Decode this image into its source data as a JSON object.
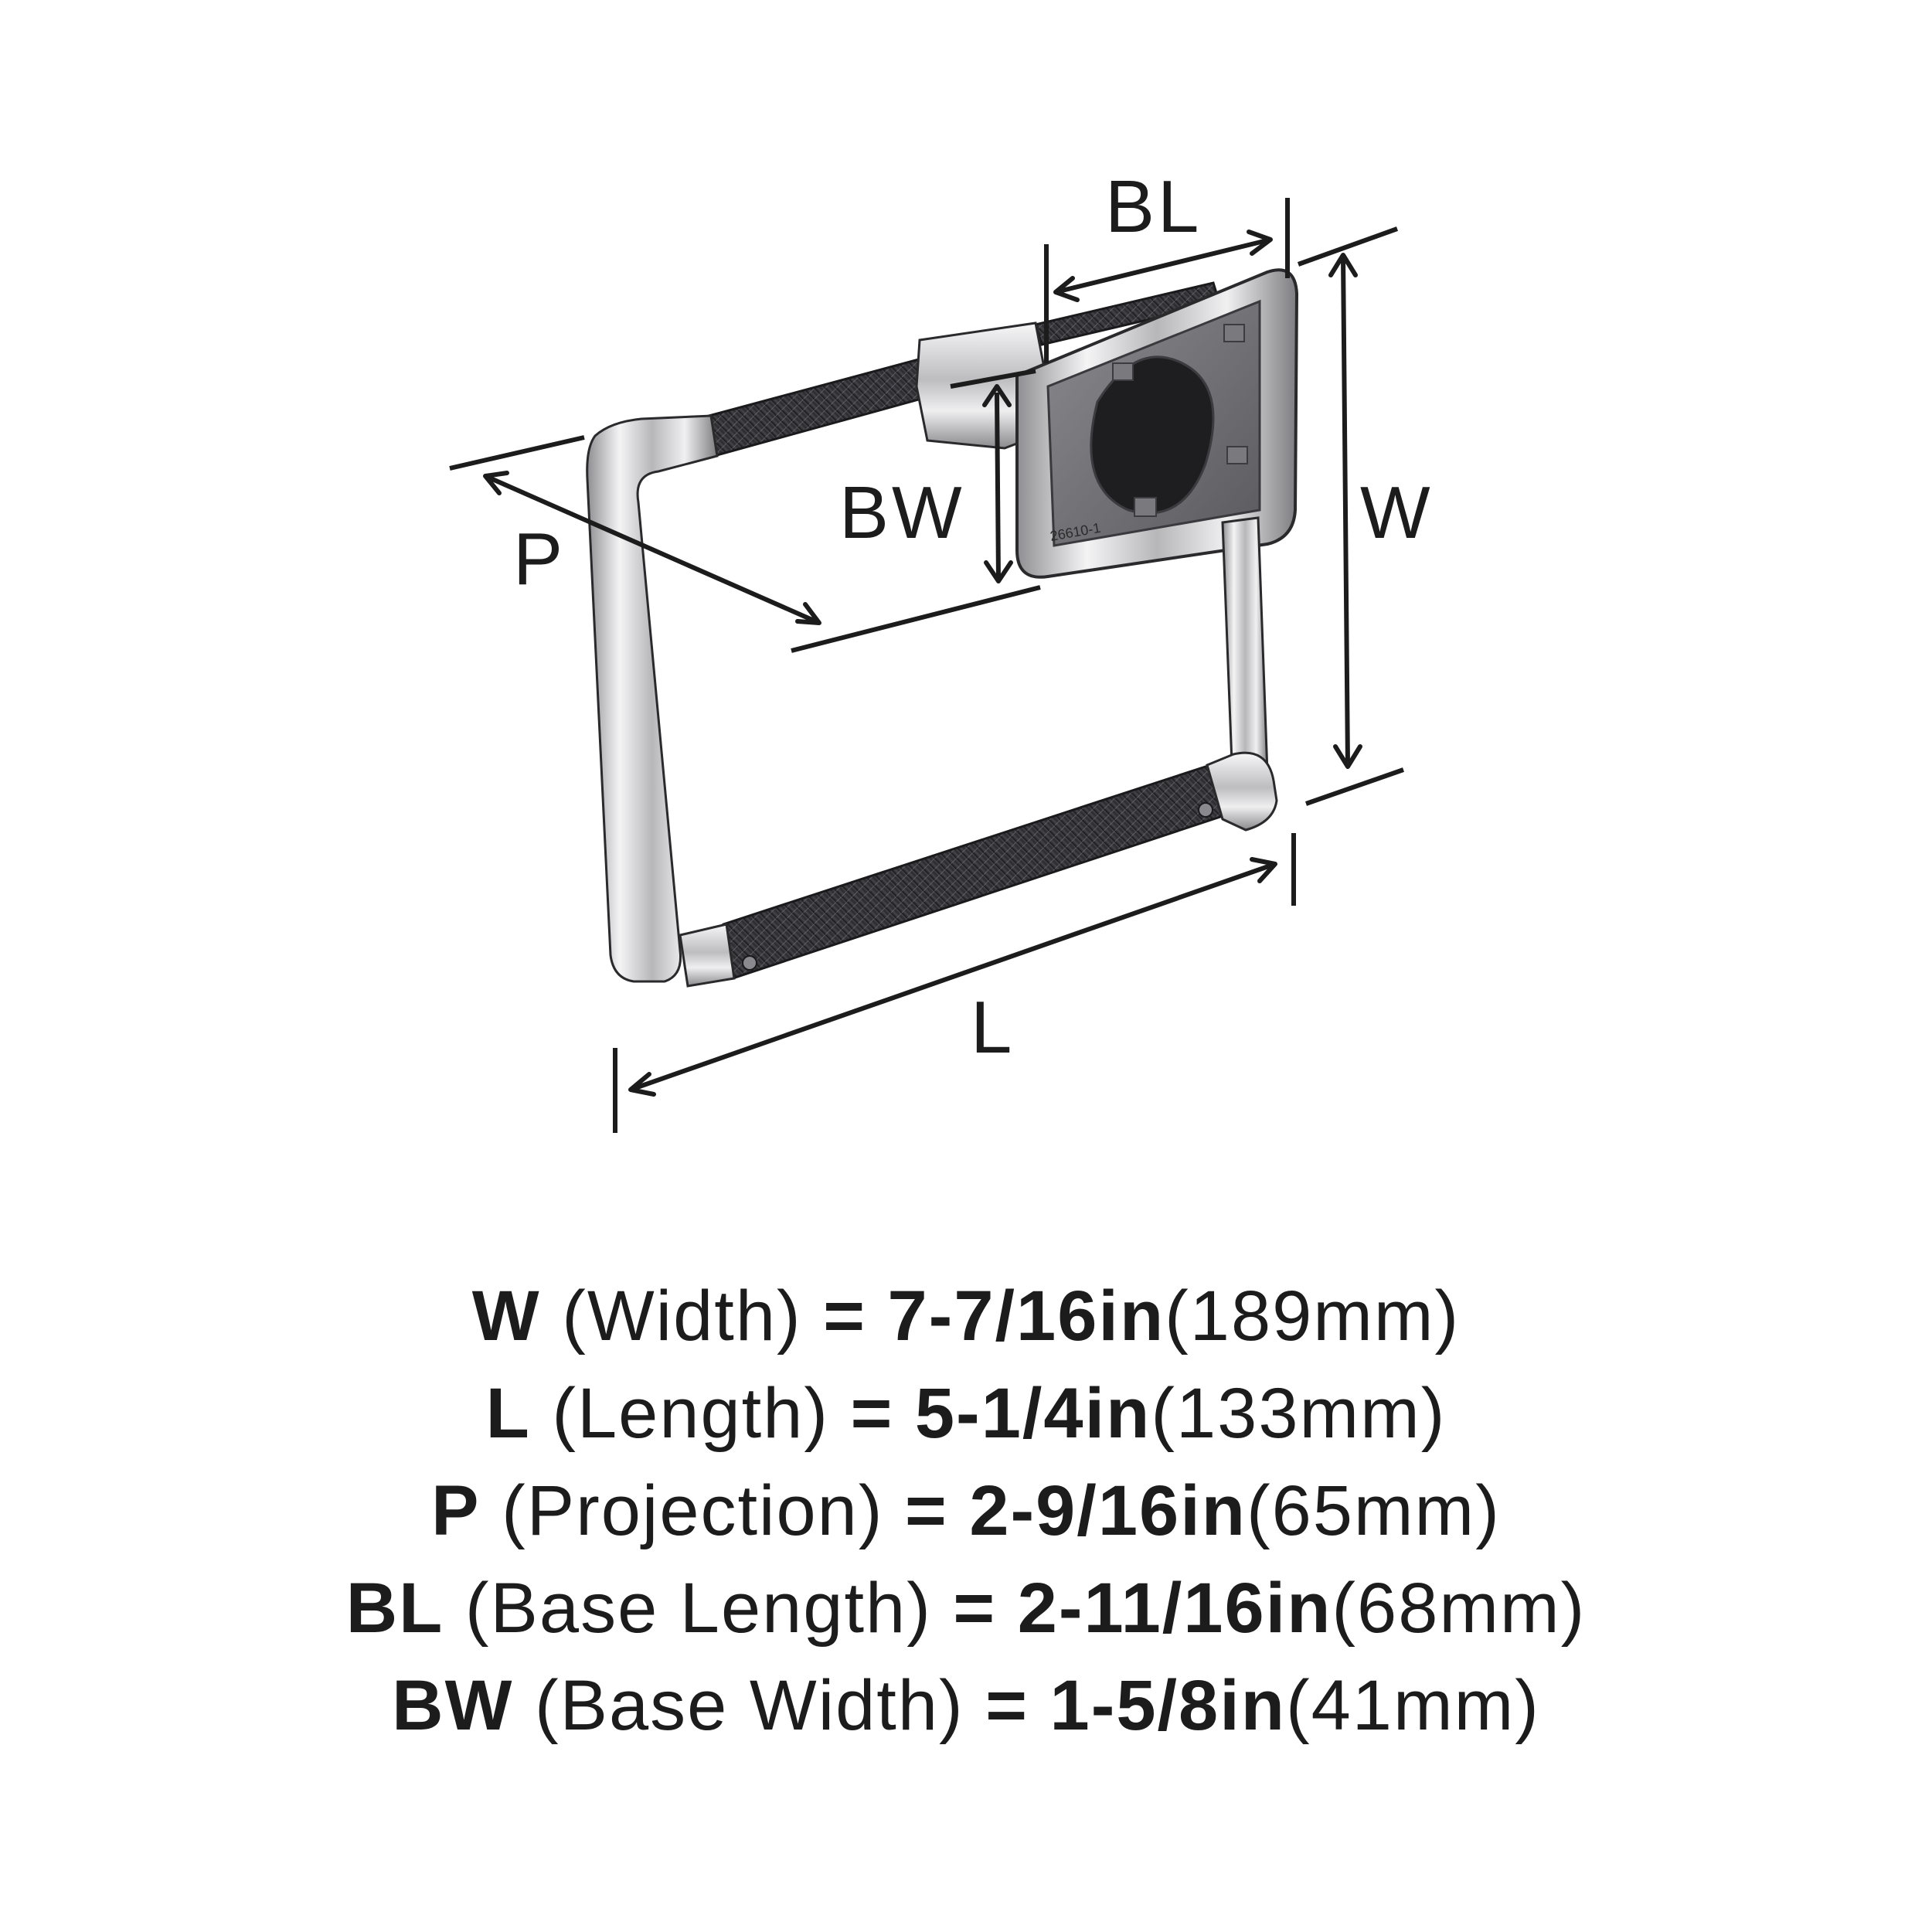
{
  "diagram": {
    "labels": {
      "bl": "BL",
      "bw": "BW",
      "w": "W",
      "p": "P",
      "l": "L"
    },
    "base_part_number": "26610-1",
    "colors": {
      "chrome": "#c9c9cb",
      "knurl": "#2e2e32",
      "base_interior": "#6a6a6e",
      "ink": "#1c1c1c"
    }
  },
  "specs": [
    {
      "code": "W",
      "desc": "(Width)",
      "eq": "=",
      "inch": "7-7/16in",
      "mm": "(189mm)"
    },
    {
      "code": "L",
      "desc": "(Length)",
      "eq": "=",
      "inch": "5-1/4in",
      "mm": "(133mm)"
    },
    {
      "code": "P",
      "desc": "(Projection)",
      "eq": "=",
      "inch": "2-9/16in",
      "mm": "(65mm)"
    },
    {
      "code": "BL",
      "desc": "(Base Length)",
      "eq": "=",
      "inch": "2-11/16in",
      "mm": "(68mm)"
    },
    {
      "code": "BW",
      "desc": "(Base Width)",
      "eq": "=",
      "inch": "1-5/8in",
      "mm": "(41mm)"
    }
  ]
}
